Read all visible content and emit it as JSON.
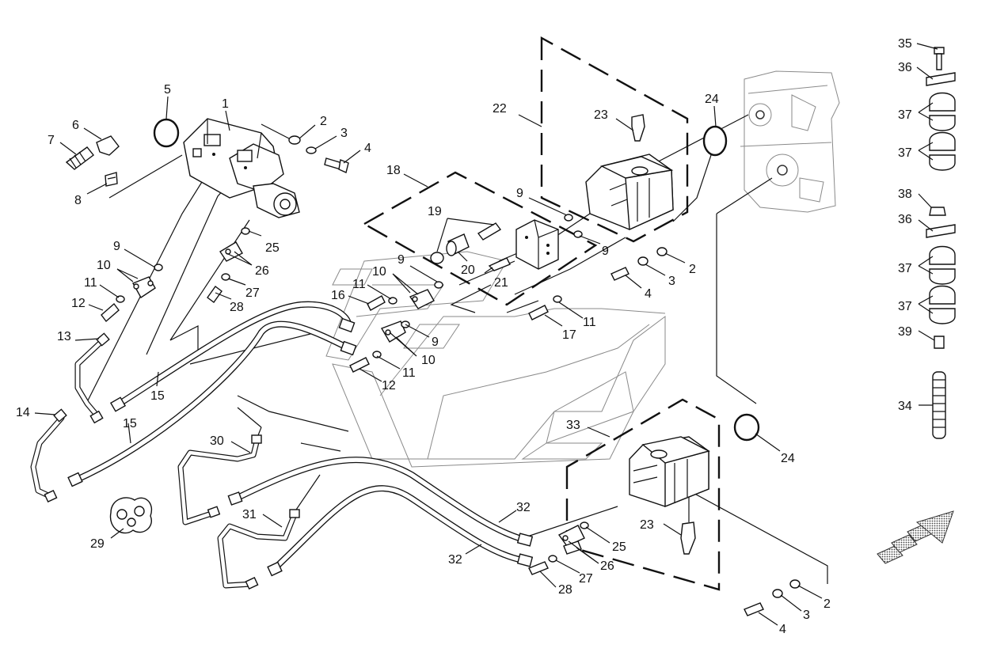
{
  "diagram": {
    "labels": [
      {
        "id": "l1",
        "text": "1"
      },
      {
        "id": "l2a",
        "text": "2"
      },
      {
        "id": "l3a",
        "text": "3"
      },
      {
        "id": "l4a",
        "text": "4"
      },
      {
        "id": "l5",
        "text": "5"
      },
      {
        "id": "l6",
        "text": "6"
      },
      {
        "id": "l7",
        "text": "7"
      },
      {
        "id": "l8",
        "text": "8"
      },
      {
        "id": "l9a",
        "text": "9"
      },
      {
        "id": "l10a",
        "text": "10"
      },
      {
        "id": "l11a",
        "text": "11"
      },
      {
        "id": "l12a",
        "text": "12"
      },
      {
        "id": "l13",
        "text": "13"
      },
      {
        "id": "l14",
        "text": "14"
      },
      {
        "id": "l15a",
        "text": "15"
      },
      {
        "id": "l15b",
        "text": "15"
      },
      {
        "id": "l16",
        "text": "16"
      },
      {
        "id": "l11b",
        "text": "11"
      },
      {
        "id": "l10b",
        "text": "10"
      },
      {
        "id": "l9b",
        "text": "9"
      },
      {
        "id": "l9c",
        "text": "9"
      },
      {
        "id": "l10c",
        "text": "10"
      },
      {
        "id": "l11c",
        "text": "11"
      },
      {
        "id": "l12b",
        "text": "12"
      },
      {
        "id": "l17",
        "text": "17"
      },
      {
        "id": "l11d",
        "text": "11"
      },
      {
        "id": "l18",
        "text": "18"
      },
      {
        "id": "l19",
        "text": "19"
      },
      {
        "id": "l20",
        "text": "20"
      },
      {
        "id": "l21",
        "text": "21"
      },
      {
        "id": "l9d",
        "text": "9"
      },
      {
        "id": "l9e",
        "text": "9"
      },
      {
        "id": "l22",
        "text": "22"
      },
      {
        "id": "l23a",
        "text": "23"
      },
      {
        "id": "l24a",
        "text": "24"
      },
      {
        "id": "l2b",
        "text": "2"
      },
      {
        "id": "l3b",
        "text": "3"
      },
      {
        "id": "l4b",
        "text": "4"
      },
      {
        "id": "l25a",
        "text": "25"
      },
      {
        "id": "l26a",
        "text": "26"
      },
      {
        "id": "l27a",
        "text": "27"
      },
      {
        "id": "l28a",
        "text": "28"
      },
      {
        "id": "l29",
        "text": "29"
      },
      {
        "id": "l30",
        "text": "30"
      },
      {
        "id": "l31",
        "text": "31"
      },
      {
        "id": "l32a",
        "text": "32"
      },
      {
        "id": "l32b",
        "text": "32"
      },
      {
        "id": "l33",
        "text": "33"
      },
      {
        "id": "l24b",
        "text": "24"
      },
      {
        "id": "l23b",
        "text": "23"
      },
      {
        "id": "l25b",
        "text": "25"
      },
      {
        "id": "l26b",
        "text": "26"
      },
      {
        "id": "l27b",
        "text": "27"
      },
      {
        "id": "l28b",
        "text": "28"
      },
      {
        "id": "l2c",
        "text": "2"
      },
      {
        "id": "l3c",
        "text": "3"
      },
      {
        "id": "l4c",
        "text": "4"
      },
      {
        "id": "l35",
        "text": "35"
      },
      {
        "id": "l36a",
        "text": "36"
      },
      {
        "id": "l37a",
        "text": "37"
      },
      {
        "id": "l37b",
        "text": "37"
      },
      {
        "id": "l38",
        "text": "38"
      },
      {
        "id": "l36b",
        "text": "36"
      },
      {
        "id": "l37c",
        "text": "37"
      },
      {
        "id": "l37d",
        "text": "37"
      },
      {
        "id": "l39",
        "text": "39"
      },
      {
        "id": "l34",
        "text": "34"
      }
    ]
  }
}
